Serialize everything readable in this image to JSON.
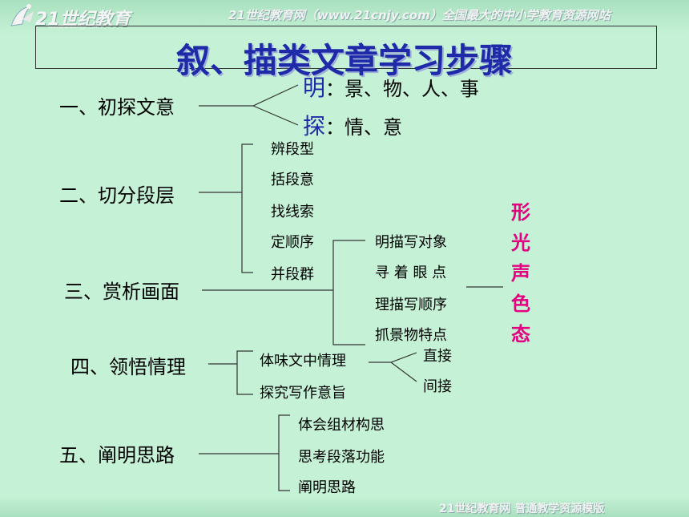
{
  "header": {
    "logo_text": "21世纪教育",
    "logo_sub": "www.21cnjy.com",
    "slogan": "21世纪教育网（www.21cnjy.com）全国最大的中小学教育资源网站"
  },
  "title": "叙、描类文章学习步骤",
  "step1": {
    "label": "一、初探文意",
    "items": [
      {
        "key": "明",
        "text": "：景、物、人、事"
      },
      {
        "key": "探",
        "text": "：情、意"
      }
    ]
  },
  "step2": {
    "label": "二、切分段层",
    "items": [
      "辨段型",
      "括段意",
      "找线索",
      "定顺序",
      "并段群"
    ]
  },
  "step3": {
    "label": "三、赏析画面",
    "items": [
      "明描写对象",
      "寻 着 眼 点",
      "理描写顺序",
      "抓景物特点"
    ],
    "tags": "形光声色态"
  },
  "step4": {
    "label": "四、领悟情理",
    "items": [
      "体味文中情理",
      "探究写作意旨"
    ],
    "sub_items": [
      "直接",
      "间接"
    ]
  },
  "step5": {
    "label": "五、阐明思路",
    "items": [
      "体会组材构思",
      "思考段落功能",
      "阐明思路"
    ]
  },
  "footer": {
    "text": "21世纪教育网   普通教学资源模版"
  },
  "colors": {
    "background": "#c5f2d6",
    "title": "#1f2aa8",
    "tags": "#e4007f"
  }
}
